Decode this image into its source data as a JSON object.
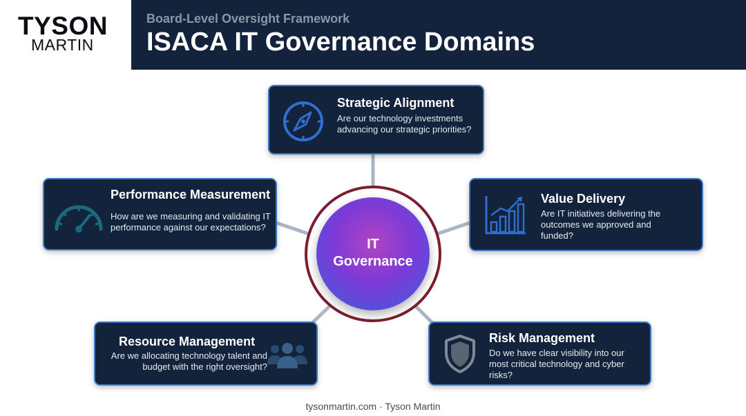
{
  "brand": {
    "line1": "TYSON",
    "line2": "MARTIN"
  },
  "header": {
    "subtitle": "Board-Level Oversight Framework",
    "title": "ISACA IT Governance Domains"
  },
  "hub": {
    "line1": "IT",
    "line2": "Governance"
  },
  "domains": {
    "strategic": {
      "title": "Strategic Alignment",
      "description": "Are our technology investments advancing our strategic priorities?",
      "icon": "compass-icon"
    },
    "performance": {
      "title": "Performance Measurement",
      "description": "How are we measuring and validating IT performance against our expectations?",
      "icon": "gauge-icon"
    },
    "value": {
      "title": "Value Delivery",
      "description": "Are IT initiatives delivering the outcomes we approved and funded?",
      "icon": "bar-chart-icon"
    },
    "resource": {
      "title": "Resource Management",
      "description": "Are we allocating technology talent and budget with the right oversight?",
      "icon": "people-icon"
    },
    "risk": {
      "title": "Risk Management",
      "description": "Do we have clear visibility into our most critical technology and cyber risks?",
      "icon": "shield-icon"
    }
  },
  "colors": {
    "card_bg": "#13233b",
    "card_border": "#3e78c0",
    "icon_blue": "#2f6fd0",
    "icon_teal": "#1a6b80",
    "ring": "#7a1f2f",
    "connector": "#a9b6c6"
  },
  "footer": "tysonmartin.com · Tyson Martin"
}
